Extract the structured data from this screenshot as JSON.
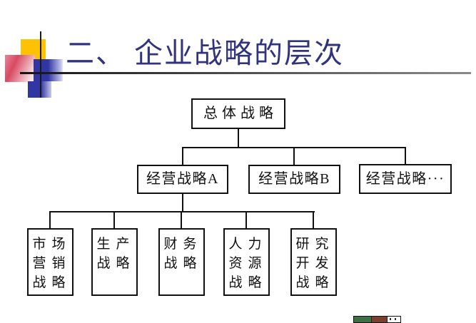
{
  "slide": {
    "title": "二、 企业战略的层次",
    "title_color": "#31337e",
    "background": "#ffffff"
  },
  "decoration": {
    "yellow_square": "#ffc103",
    "red_square": "#d84a62",
    "blue_square": "#3136a3",
    "cross_line_color": "#1a1a1a",
    "rule_color": "#141414"
  },
  "org_chart": {
    "line_color": "#111111",
    "root": {
      "label": "总体战略"
    },
    "level2": [
      {
        "label": "经营战略A"
      },
      {
        "label": "经营战略B"
      },
      {
        "label": "经营战略···"
      }
    ],
    "level3": [
      {
        "label": "市场营销战略",
        "lines": [
          "市场",
          "营销",
          "战略"
        ]
      },
      {
        "label": "生产战略",
        "lines": [
          "生产",
          "战略"
        ]
      },
      {
        "label": "财务战略",
        "lines": [
          "财务",
          "战略"
        ]
      },
      {
        "label": "人力资源战略",
        "lines": [
          "人力",
          "资源",
          "战略"
        ]
      },
      {
        "label": "研究开发战略",
        "lines": [
          "研究",
          "开发",
          "战略"
        ]
      }
    ]
  },
  "watermark": {
    "colors": {
      "border": "#111111",
      "green": "#3f7043",
      "brown": "#7a3f2e",
      "white": "#ffffff"
    }
  }
}
